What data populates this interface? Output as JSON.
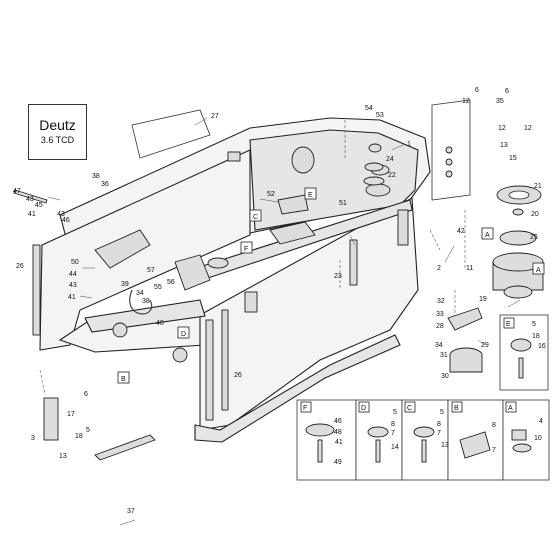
{
  "engine": {
    "name": "Deutz",
    "model": "3.6 TCD"
  },
  "callouts": {
    "n1": "1",
    "n2": "2",
    "n3": "3",
    "n4": "4",
    "n5": "5",
    "n6": "6",
    "n7": "7",
    "n8": "8",
    "n10": "10",
    "n11": "11",
    "n12": "12",
    "n13": "13",
    "n14": "14",
    "n15": "15",
    "n16": "16",
    "n17": "17",
    "n18": "18",
    "n19": "19",
    "n20": "20",
    "n21": "21",
    "n22": "22",
    "n23": "23",
    "n24": "24",
    "n25": "25",
    "n26": "26",
    "n27": "27",
    "n28": "28",
    "n29": "29",
    "n30": "30",
    "n31": "31",
    "n32": "32",
    "n33": "33",
    "n34": "34",
    "n35": "35",
    "n36": "36",
    "n37": "37",
    "n38": "38",
    "n39": "39",
    "n40": "40",
    "n41": "41",
    "n42": "42",
    "n43": "43",
    "n44": "44",
    "n45": "45",
    "n46": "46",
    "n47": "47",
    "n48": "48",
    "n49": "49",
    "n50": "50",
    "n51": "51",
    "n52": "52",
    "n53": "53",
    "n54": "54",
    "n55": "55",
    "n56": "56",
    "n57": "57"
  },
  "letters": {
    "A": "A",
    "B": "B",
    "C": "C",
    "D": "D",
    "E": "E",
    "F": "F"
  }
}
